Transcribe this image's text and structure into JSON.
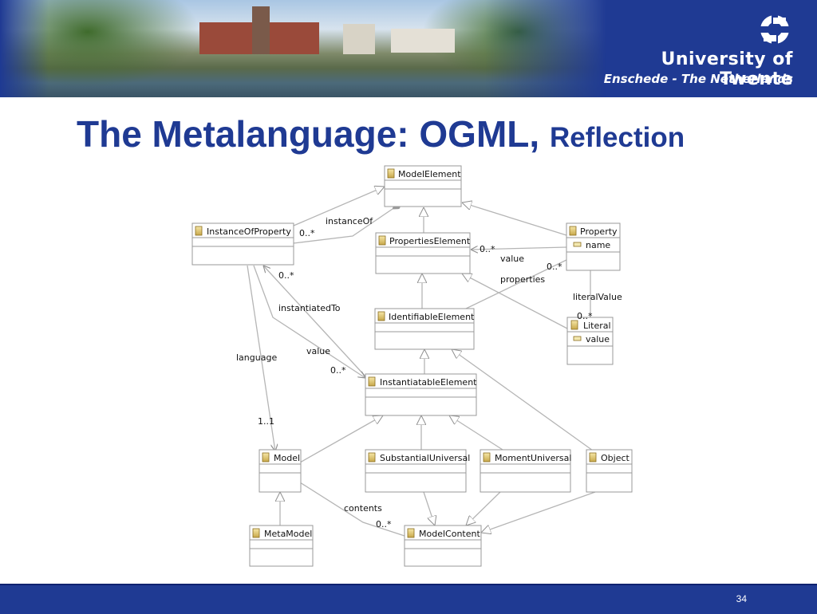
{
  "header": {
    "university": "University of Twente",
    "location": "Enschede - The Netherlands"
  },
  "slide": {
    "title": "The Metalanguage: OGML,",
    "subtitle": "Reflection",
    "page_number": "34"
  },
  "diagram": {
    "classes": {
      "model_element": "ModelElement",
      "instance_of_property": "InstanceOfProperty",
      "properties_element": "PropertiesElement",
      "property": "Property",
      "property_attr": "name",
      "identifiable_element": "IdentifiableElement",
      "literal": "Literal",
      "literal_attr": "value",
      "instantiatable_element": "InstantiatableElement",
      "model": "Model",
      "substantial_universal": "SubstantialUniversal",
      "moment_universal": "MomentUniversal",
      "object": "Object",
      "meta_model": "MetaModel",
      "model_content": "ModelContent"
    },
    "labels": {
      "instance_of": "instanceOf",
      "mult_instance_of": "0..*",
      "value_prop": "value",
      "mult_value_prop": "0..*",
      "mult_properties": "0..*",
      "properties": "properties",
      "literal_value": "literalValue",
      "mult_literal_value": "0..*",
      "mult_instantiated_to": "0..*",
      "instantiated_to": "instantiatedTo",
      "value_inst": "value",
      "mult_value_inst": "0..*",
      "language": "language",
      "mult_language": "1..1",
      "contents": "contents",
      "mult_contents": "0..*"
    }
  }
}
